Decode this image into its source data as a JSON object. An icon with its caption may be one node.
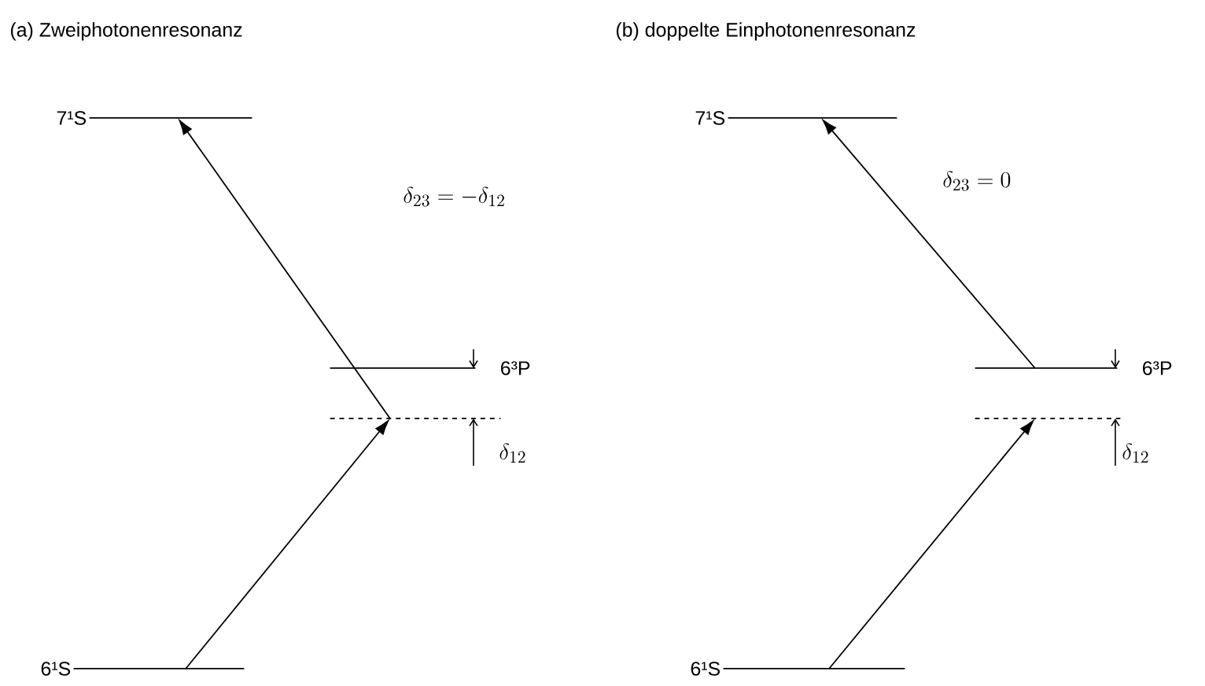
{
  "diagram": {
    "nodes": [
      {
        "text": [
          "7¹S"
        ]
      },
      {
        "text": [
          "6³P"
        ]
      },
      {
        "text": [],
        "shape": "line"
      },
      {
        "text": [
          "6¹S"
        ]
      },
      {
        "text": [
          "7¹S"
        ]
      },
      {
        "text": [
          "6³P"
        ]
      },
      {
        "text": [],
        "shape": "line"
      },
      {
        "text": [
          "6¹S"
        ]
      }
    ],
    "edges": [
      {
        "from": 3,
        "to": 2,
        "arrow": "to"
      },
      {
        "from": 2,
        "to": 0,
        "arrow": "to"
      },
      {
        "from": 7,
        "to": 6,
        "arrow": "to"
      },
      {
        "from": 5,
        "to": 4,
        "arrow": "to"
      }
    ],
    "labels": [
      "(a) Zweiphotonenresonanz",
      "\\delta_{23} = -\\delta_{12}",
      "\\delta_{12}",
      "(b) doppelte Einphotonenresonanz",
      "\\delta_{23} = 0",
      "\\delta_{12}"
    ]
  }
}
